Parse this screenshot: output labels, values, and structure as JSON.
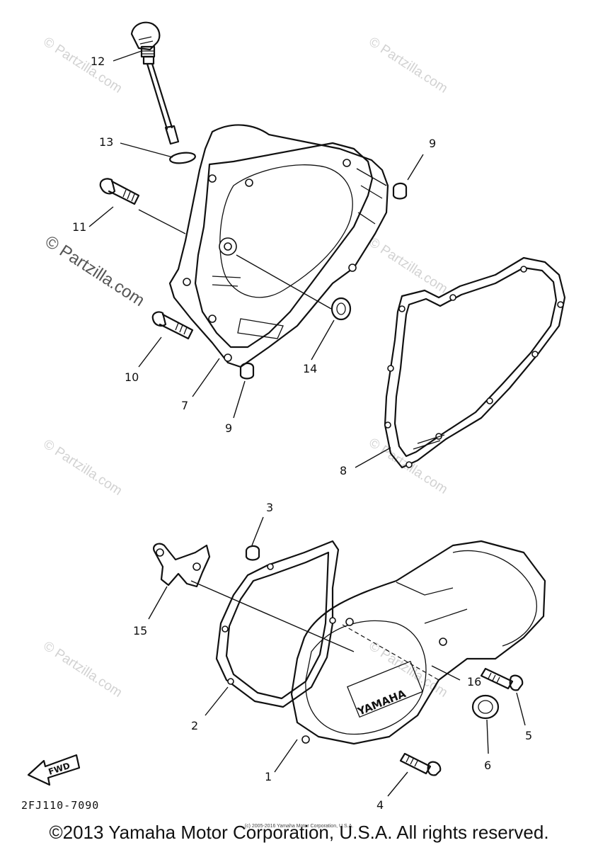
{
  "callouts": [
    {
      "id": "12",
      "text": "12"
    },
    {
      "id": "13",
      "text": "13"
    },
    {
      "id": "11",
      "text": "11"
    },
    {
      "id": "9a",
      "text": "9"
    },
    {
      "id": "10",
      "text": "10"
    },
    {
      "id": "7",
      "text": "7"
    },
    {
      "id": "9b",
      "text": "9"
    },
    {
      "id": "14",
      "text": "14"
    },
    {
      "id": "8",
      "text": "8"
    },
    {
      "id": "3",
      "text": "3"
    },
    {
      "id": "15",
      "text": "15"
    },
    {
      "id": "2",
      "text": "2"
    },
    {
      "id": "16",
      "text": "16"
    },
    {
      "id": "5",
      "text": "5"
    },
    {
      "id": "1",
      "text": "1"
    },
    {
      "id": "6",
      "text": "6"
    },
    {
      "id": "4",
      "text": "4"
    }
  ],
  "cover_emblem": "YAMAHA",
  "fwd_arrow": "FWD",
  "diagram_code": "2FJ110-7090",
  "watermark": "© Partzilla.com",
  "copyright": "©2013 Yamaha Motor Corporation, U.S.A. All rights reserved.",
  "mini_note": "(c) 2005-2016 Yamaha Motor Corporation, U.S.A."
}
